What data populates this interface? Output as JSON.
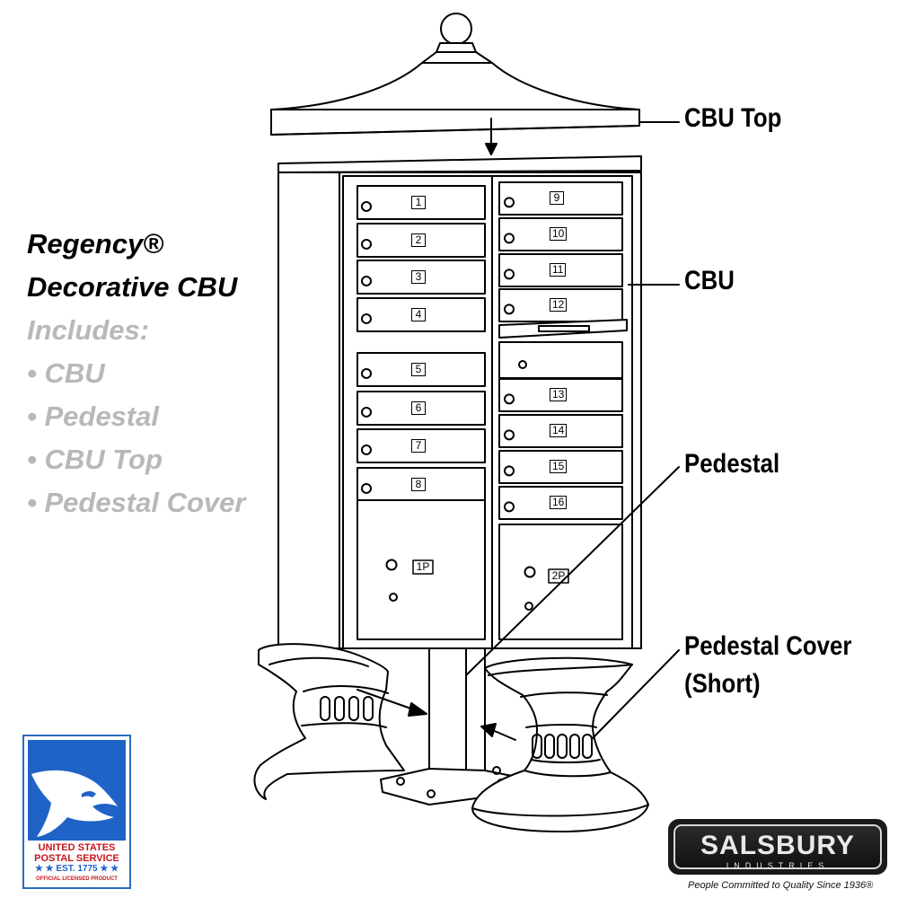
{
  "title": {
    "line1": "Regency®",
    "line2": "Decorative CBU",
    "includes_label": "Includes:",
    "items": [
      "• CBU",
      "• Pedestal",
      "• CBU Top",
      "• Pedestal Cover"
    ]
  },
  "callouts": {
    "cbu_top": "CBU Top",
    "cbu": "CBU",
    "pedestal": "Pedestal",
    "pedestal_cover_line1": "Pedestal Cover",
    "pedestal_cover_line2": "(Short)"
  },
  "compartments": {
    "left": [
      "1",
      "2",
      "3",
      "4",
      "5",
      "6",
      "7",
      "8"
    ],
    "right": [
      "9",
      "10",
      "11",
      "12",
      "13",
      "14",
      "15",
      "16"
    ],
    "parcel_left": "1P",
    "parcel_right": "2P"
  },
  "usps_badge": {
    "line1": "UNITED STATES",
    "line2": "POSTAL SERVICE",
    "line3": "★ ★ EST. 1775 ★ ★",
    "line4": "OFFICIAL LICENSED PRODUCT"
  },
  "salsbury_logo": {
    "name": "SALSBURY",
    "sub": "INDUSTRIES",
    "tagline": "People Committed to Quality Since 1936®"
  },
  "colors": {
    "usps_blue": "#1f63c6",
    "usps_red": "#c4161c",
    "gray_text": "#b8b8b8",
    "logo_dark": "#1a1a1a"
  }
}
